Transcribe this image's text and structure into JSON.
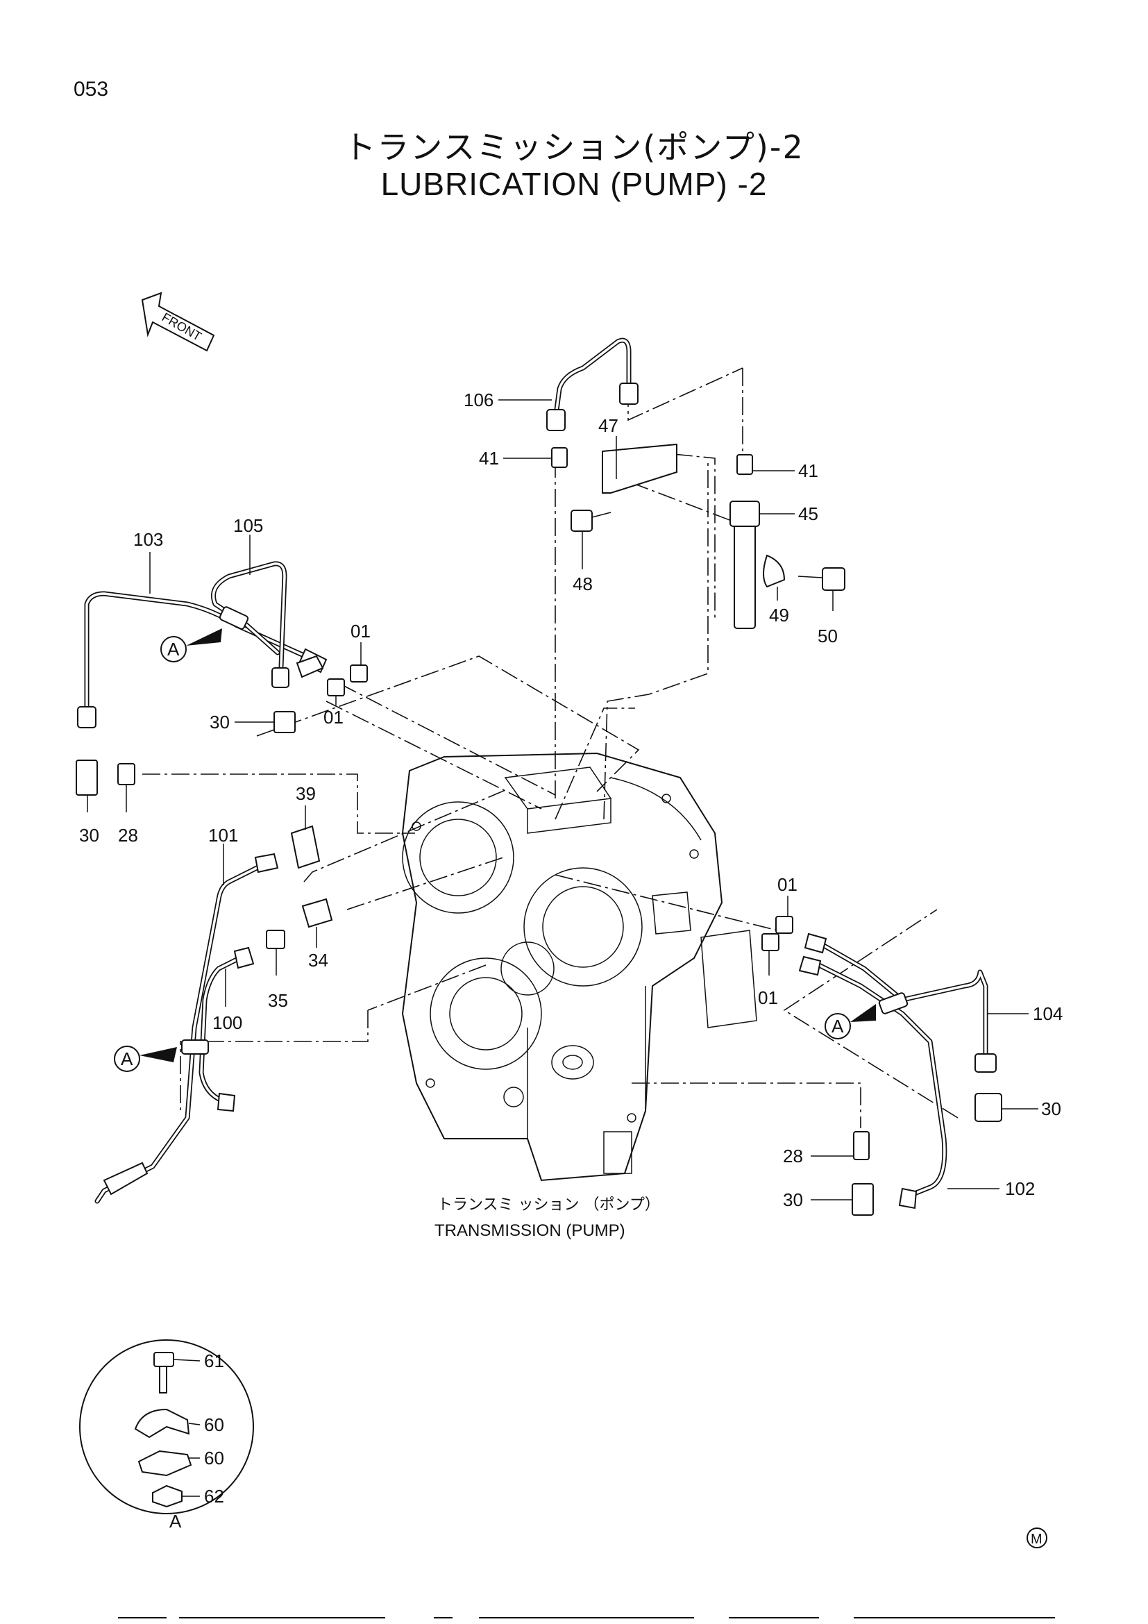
{
  "header": {
    "page_number": "053",
    "title_jp": "トランスミッション(ポンプ)-2",
    "title_en": "LUBRICATION (PUMP) -2"
  },
  "front_arrow": {
    "label": "FRONT"
  },
  "main_caption": {
    "jp": "トランスミ ッション （ポンプ）",
    "en": "TRANSMISSION (PUMP)"
  },
  "detail": {
    "label": "A"
  },
  "marker_symbol": "M",
  "callouts": [
    {
      "id": "106",
      "label": "106"
    },
    {
      "id": "47",
      "label": "47"
    },
    {
      "id": "41a",
      "label": "41"
    },
    {
      "id": "41b",
      "label": "41"
    },
    {
      "id": "45",
      "label": "45"
    },
    {
      "id": "48",
      "label": "48"
    },
    {
      "id": "49",
      "label": "49"
    },
    {
      "id": "50",
      "label": "50"
    },
    {
      "id": "103",
      "label": "103"
    },
    {
      "id": "105",
      "label": "105"
    },
    {
      "id": "01a",
      "label": "01"
    },
    {
      "id": "01b",
      "label": "01"
    },
    {
      "id": "30a",
      "label": "30"
    },
    {
      "id": "30b",
      "label": "30"
    },
    {
      "id": "28a",
      "label": "28"
    },
    {
      "id": "39",
      "label": "39"
    },
    {
      "id": "101",
      "label": "101"
    },
    {
      "id": "34",
      "label": "34"
    },
    {
      "id": "35",
      "label": "35"
    },
    {
      "id": "100",
      "label": "100"
    },
    {
      "id": "01c",
      "label": "01"
    },
    {
      "id": "01d",
      "label": "01"
    },
    {
      "id": "104",
      "label": "104"
    },
    {
      "id": "30c",
      "label": "30"
    },
    {
      "id": "28b",
      "label": "28"
    },
    {
      "id": "30d",
      "label": "30"
    },
    {
      "id": "102",
      "label": "102"
    },
    {
      "id": "61",
      "label": "61"
    },
    {
      "id": "60a",
      "label": "60"
    },
    {
      "id": "60b",
      "label": "60"
    },
    {
      "id": "62",
      "label": "62"
    }
  ],
  "view_markers": [
    {
      "id": "A1",
      "label": "A"
    },
    {
      "id": "A2",
      "label": "A"
    },
    {
      "id": "A3",
      "label": "A"
    }
  ]
}
